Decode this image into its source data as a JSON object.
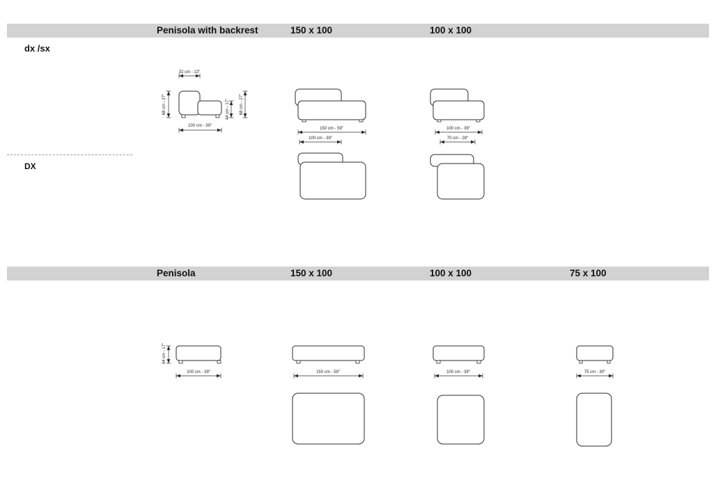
{
  "colors": {
    "header_bar": "#d2d2d2",
    "line_color": "#2b2b2b",
    "text_color": "#111111"
  },
  "section_backrest": {
    "header": {
      "title": "Penisola with backrest",
      "size_150": "150 x 100",
      "size_100": "100 x 100"
    },
    "label_dx_sx": "dx /sx",
    "label_dx": "DX",
    "side_view": {
      "dim_backrest_depth": "32 cm - 13\"",
      "dim_total_height_left": "68 cm - 27\"",
      "dim_seat_height": "44 cm - 17\"",
      "dim_total_height_right": "68 cm - 27\"",
      "dim_depth": "100 cm - 39\""
    },
    "front_150": {
      "dim_width": "150 cm - 59\"",
      "dim_backrest_width": "100 cm - 39\""
    },
    "front_100": {
      "dim_width": "100 cm - 39\"",
      "dim_backrest_width": "70 cm - 28\""
    }
  },
  "section_penisola": {
    "header": {
      "title": "Penisola",
      "size_150": "150 x 100",
      "size_100": "100 x 100",
      "size_75": "75 x 100"
    },
    "side_view": {
      "dim_height": "44 cm - 17\"",
      "dim_depth": "100 cm - 39\""
    },
    "front_150": {
      "dim_width": "150 cm - 59\""
    },
    "front_100": {
      "dim_width": "100 cm - 39\""
    },
    "front_75": {
      "dim_width": "75 cm - 30\""
    }
  }
}
